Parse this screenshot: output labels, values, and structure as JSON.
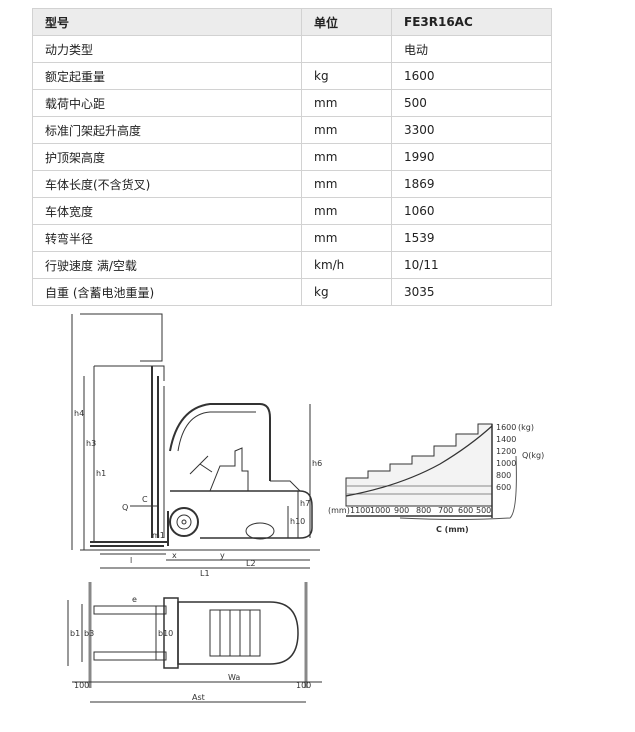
{
  "table": {
    "headers": [
      "型号",
      "单位",
      "FE3R16AC"
    ],
    "rows": [
      [
        "动力类型",
        "",
        "电动"
      ],
      [
        "额定起重量",
        "kg",
        "1600"
      ],
      [
        "载荷中心距",
        "mm",
        "500"
      ],
      [
        "标准门架起升高度",
        "mm",
        "3300"
      ],
      [
        "护顶架高度",
        "mm",
        "1990"
      ],
      [
        "车体长度(不含货叉)",
        "mm",
        "1869"
      ],
      [
        "车体宽度",
        "mm",
        "1060"
      ],
      [
        "转弯半径",
        "mm",
        "1539"
      ],
      [
        "行驶速度 满/空载",
        "km/h",
        "10/11"
      ],
      [
        "自重 (含蓄电池重量)",
        "kg",
        "3035"
      ]
    ]
  },
  "drawing": {
    "side_labels": {
      "h4": "h4",
      "h3": "h3",
      "h1": "h1",
      "h6": "h6",
      "h7": "h7",
      "h10": "h10",
      "q": "Q",
      "c": "C",
      "m1": "m1",
      "x": "x",
      "y": "y",
      "l": "l",
      "l1": "L1",
      "l2": "L2"
    },
    "capacity_chart": {
      "unit_kg": "(kg)",
      "q_label": "Q(kg)",
      "c_label": "C (mm)",
      "mm_label": "(mm)",
      "y_values": [
        "1600",
        "1400",
        "1200",
        "1000",
        "800",
        "600"
      ],
      "x_values": [
        "1100",
        "1000",
        "900",
        "800",
        "700",
        "600",
        "500"
      ]
    },
    "top_labels": {
      "b1": "b1",
      "b3": "b3",
      "b10": "b10",
      "e": "e",
      "dim100a": "100",
      "dim100b": "100",
      "wa": "Wa",
      "ast": "Ast"
    }
  }
}
